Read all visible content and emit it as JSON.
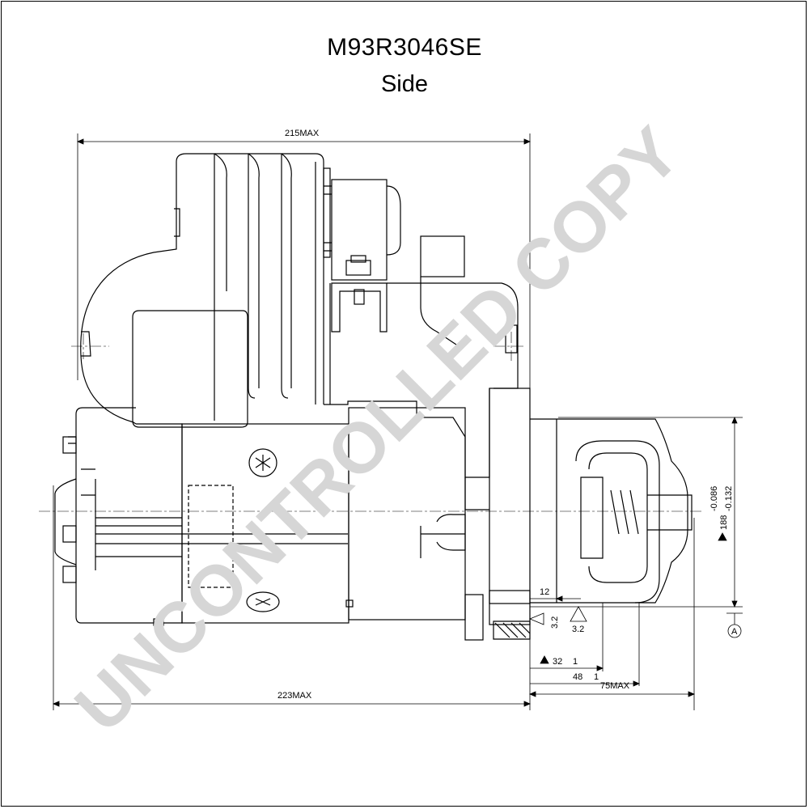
{
  "drawing": {
    "part_number": "M93R3046SE",
    "view": "Side",
    "watermark": "UNCONTROLLED COPY"
  },
  "dimensions": {
    "overall_top": "215MAX",
    "overall_bottom": "223MAX",
    "nose_length": "75MAX",
    "flange_offset": "12",
    "pinion_dim1": "32",
    "pinion_dim1_tol": "1",
    "pinion_dim2": "48",
    "pinion_dim2_tol": "1",
    "pilot_diameter": "188",
    "pilot_tol_upper": "-0.086",
    "pilot_tol_lower": "-0.132",
    "roughness_1": "3.2",
    "roughness_2": "3.2",
    "datum": "A"
  }
}
